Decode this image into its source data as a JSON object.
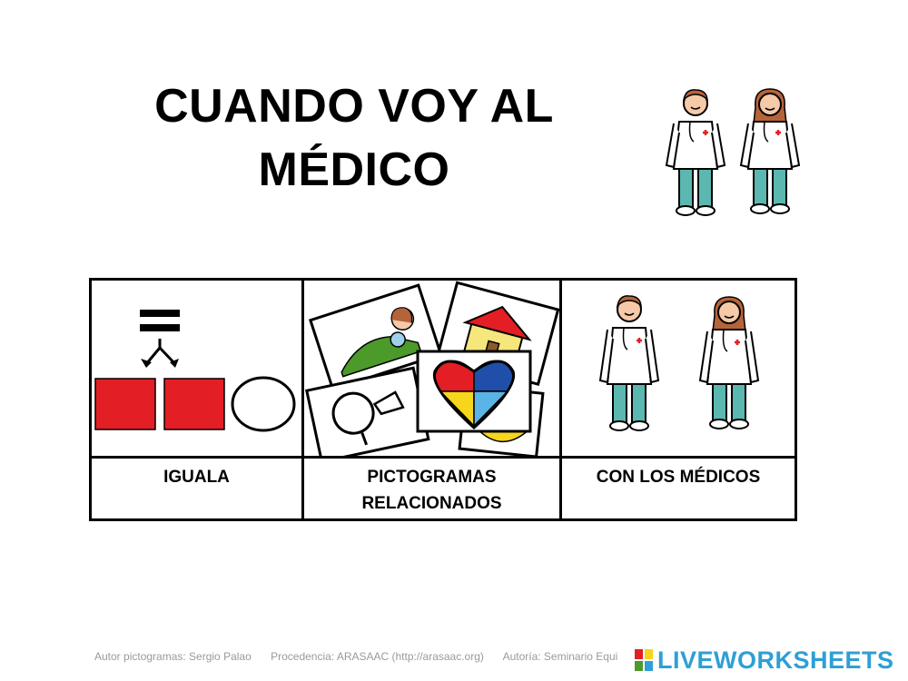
{
  "title": {
    "line1": "CUANDO VOY AL",
    "line2": "MÉDICO"
  },
  "table": {
    "columns": [
      {
        "label_line1": "IGUALA",
        "label_line2": "",
        "pictogram": "equals-match-icon"
      },
      {
        "label_line1": "PICTOGRAMAS",
        "label_line2": "RELACIONADOS",
        "pictogram": "related-pictograms-icon"
      },
      {
        "label_line1": "CON LOS MÉDICOS",
        "label_line2": "",
        "pictogram": "doctors-icon"
      }
    ]
  },
  "footer": {
    "author": "Autor pictogramas: Sergio Palao",
    "source": "Procedencia: ARASAAC (http://arasaac.org)",
    "authorship": "Autoría: Seminario Equi"
  },
  "brand": {
    "name": "LIVEWORKSHEETS",
    "color": "#2e9fd6"
  },
  "colors": {
    "red": "#e31e24",
    "coat": "#ffffff",
    "pants": "#5bb8b0",
    "skin": "#f6c9a8",
    "hair": "#b5643a"
  }
}
